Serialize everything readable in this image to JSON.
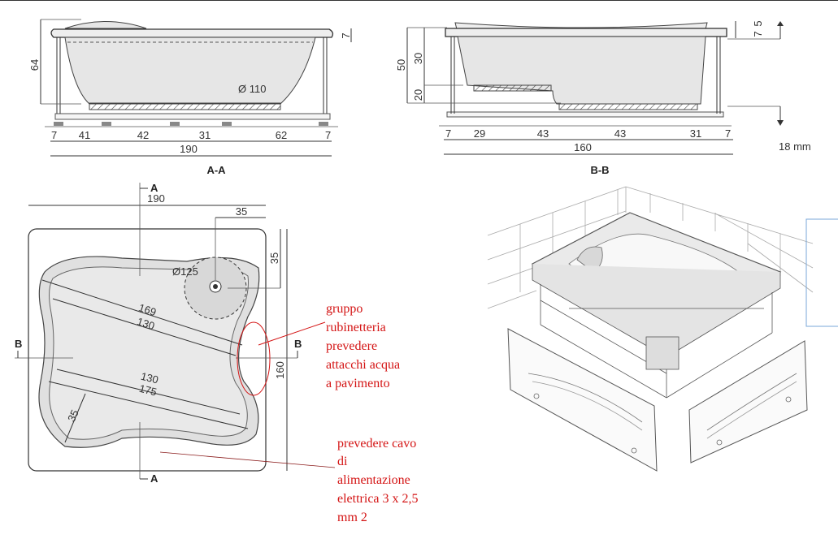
{
  "section_aa": {
    "title": "A-A",
    "height": "64",
    "rim": "7",
    "drain": "Ø 110",
    "spacings": [
      "7",
      "41",
      "42",
      "31",
      "62",
      "7"
    ],
    "total": "190"
  },
  "section_bb": {
    "title": "B-B",
    "height": "50",
    "upper": "30",
    "lower": "20",
    "rim_a": "7",
    "rim_b": "5",
    "spacings": [
      "7",
      "29",
      "43",
      "43",
      "31",
      "7"
    ],
    "total": "160",
    "floor_note": "18 mm"
  },
  "plan": {
    "width": "190",
    "depth": "160",
    "tap_offset_x": "35",
    "tap_offset_y": "35",
    "tap_diameter": "Ø125",
    "diag_outer_1": "169",
    "diag_inner_1": "130",
    "diag_inner_2": "130",
    "diag_outer_2": "175",
    "seat": "35",
    "marker_a": "A",
    "marker_b": "B"
  },
  "notes": {
    "plumbing": [
      "gruppo",
      "rubinetteria",
      "prevedere",
      "attacchi acqua",
      "a pavimento"
    ],
    "electric": [
      "prevedere cavo",
      "di",
      "alimentazione",
      "elettrica  3 x 2,5",
      "mm 2"
    ]
  },
  "colors": {
    "annotation": "#d41414",
    "tub_fill": "#e6e6e6",
    "frame_blue": "#7aa7d8"
  }
}
